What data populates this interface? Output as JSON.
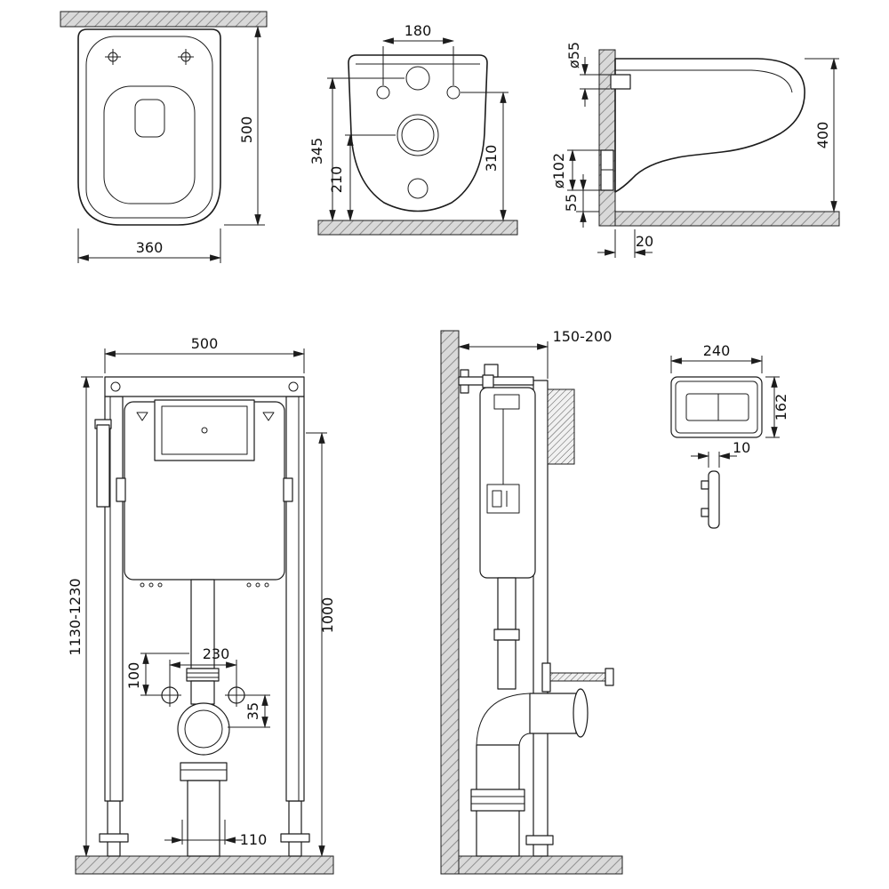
{
  "drawing": {
    "background": "#ffffff",
    "line_color": "#1c1c1c",
    "hatch_fill": "#d9d9d9",
    "views": {
      "toilet_top": {
        "depth": "500",
        "width": "360"
      },
      "toilet_rear": {
        "bolt_spacing": "180",
        "inlet_height": "345",
        "outlet_height": "210",
        "bolt_height": "310"
      },
      "toilet_side": {
        "inlet_diameter": "ø55",
        "outlet_diameter": "ø102",
        "depth": "400",
        "outlet_bottom_offset": "55",
        "wall_gap": "20"
      },
      "frame_front": {
        "width": "500",
        "height_range": "1130-1230",
        "flush_height": "1000",
        "bolt_spacing": "230",
        "row_offset": "100",
        "outlet_offset": "35",
        "drain_diameter": "110"
      },
      "frame_side": {
        "depth_range": "150-200"
      },
      "flush_plate_front": {
        "width": "240",
        "height": "162"
      },
      "flush_plate_side": {
        "thickness": "10"
      }
    }
  }
}
